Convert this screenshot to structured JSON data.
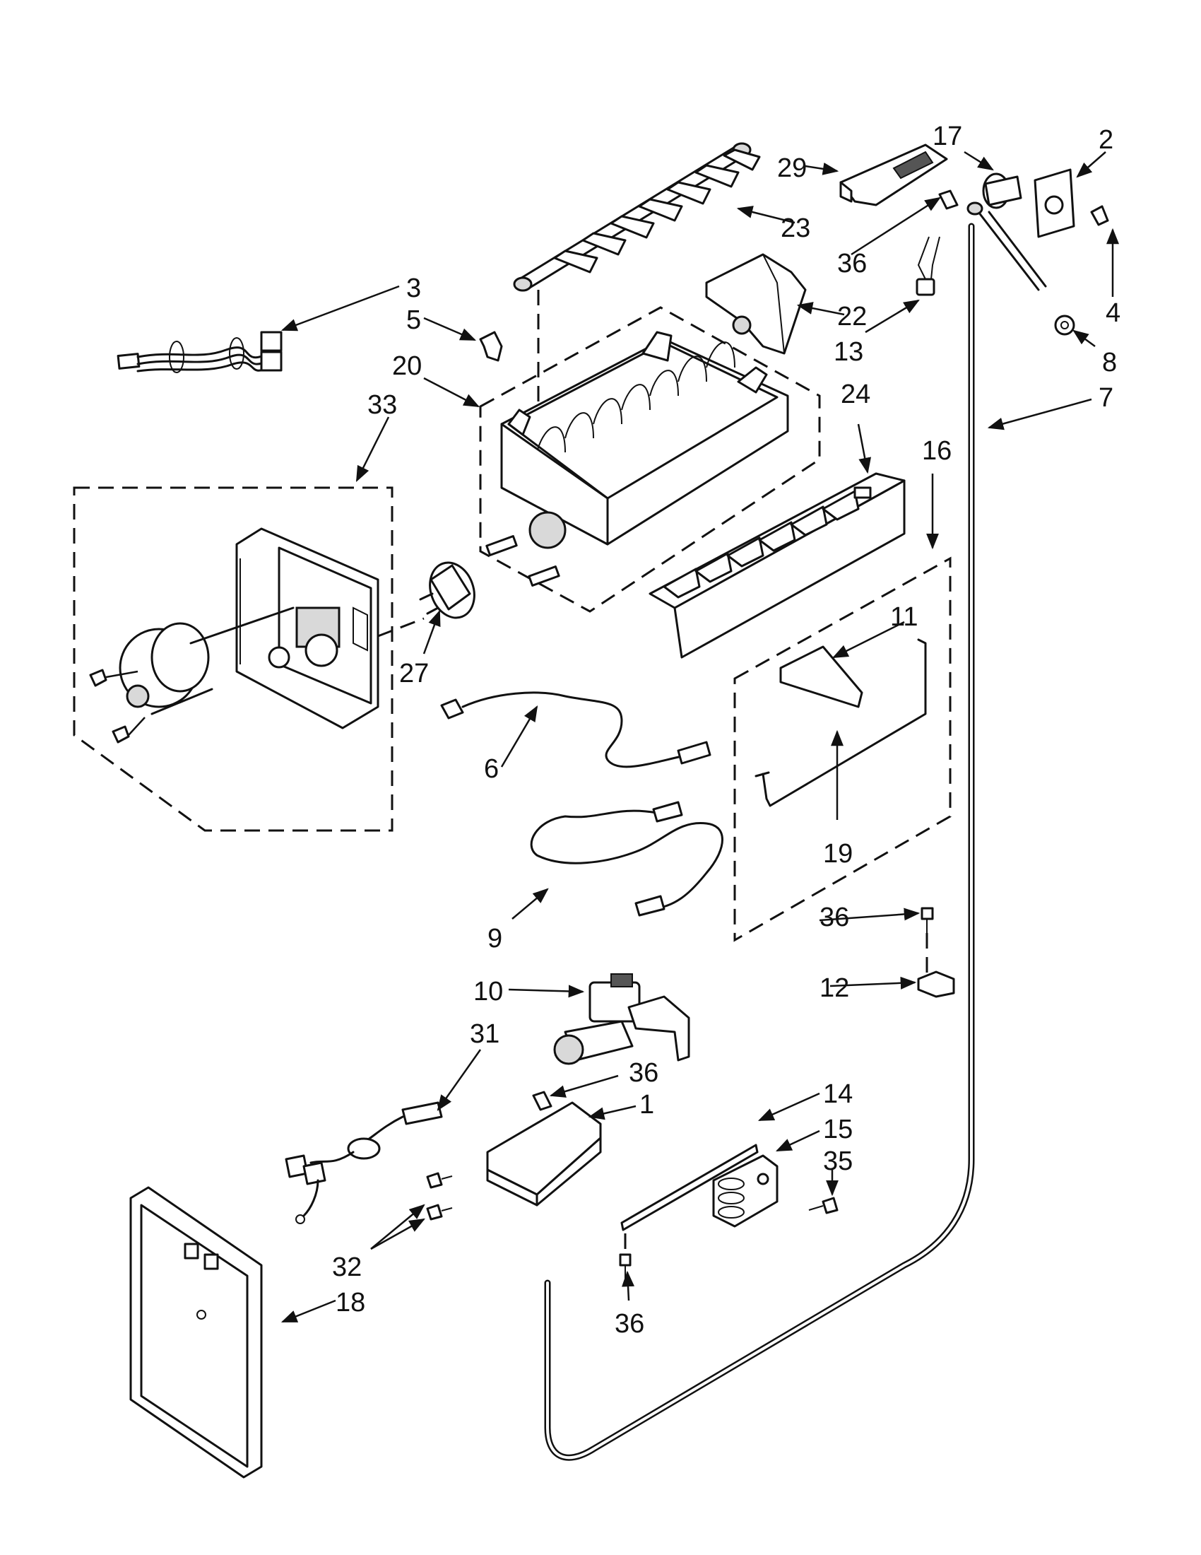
{
  "callouts": [
    {
      "id": "c2",
      "text": "2"
    },
    {
      "id": "c3",
      "text": "3"
    },
    {
      "id": "c4",
      "text": "4"
    },
    {
      "id": "c5",
      "text": "5"
    },
    {
      "id": "c6",
      "text": "6"
    },
    {
      "id": "c7",
      "text": "7"
    },
    {
      "id": "c8",
      "text": "8"
    },
    {
      "id": "c9",
      "text": "9"
    },
    {
      "id": "c10",
      "text": "10"
    },
    {
      "id": "c11",
      "text": "11"
    },
    {
      "id": "c12",
      "text": "12"
    },
    {
      "id": "c13",
      "text": "13"
    },
    {
      "id": "c14",
      "text": "14"
    },
    {
      "id": "c15",
      "text": "15"
    },
    {
      "id": "c16",
      "text": "16"
    },
    {
      "id": "c17",
      "text": "17"
    },
    {
      "id": "c18",
      "text": "18"
    },
    {
      "id": "c19",
      "text": "19"
    },
    {
      "id": "c20",
      "text": "20"
    },
    {
      "id": "c22",
      "text": "22"
    },
    {
      "id": "c23",
      "text": "23"
    },
    {
      "id": "c24",
      "text": "24"
    },
    {
      "id": "c27",
      "text": "27"
    },
    {
      "id": "c29",
      "text": "29"
    },
    {
      "id": "c31",
      "text": "31"
    },
    {
      "id": "c32",
      "text": "32"
    },
    {
      "id": "c33",
      "text": "33"
    },
    {
      "id": "c35",
      "text": "35"
    },
    {
      "id": "c36a",
      "text": "36"
    },
    {
      "id": "c36b",
      "text": "36"
    },
    {
      "id": "c36c",
      "text": "36"
    },
    {
      "id": "c36d",
      "text": "36"
    },
    {
      "id": "c1",
      "text": "1"
    }
  ],
  "parts": [
    "wire-harness",
    "switch-clip",
    "ice-maker-mold",
    "ejector",
    "stripper",
    "fill-cup",
    "thermostat",
    "control-module",
    "bail-arm",
    "water-valve",
    "heater",
    "fill-tube",
    "shield",
    "bracket",
    "water-tube"
  ]
}
